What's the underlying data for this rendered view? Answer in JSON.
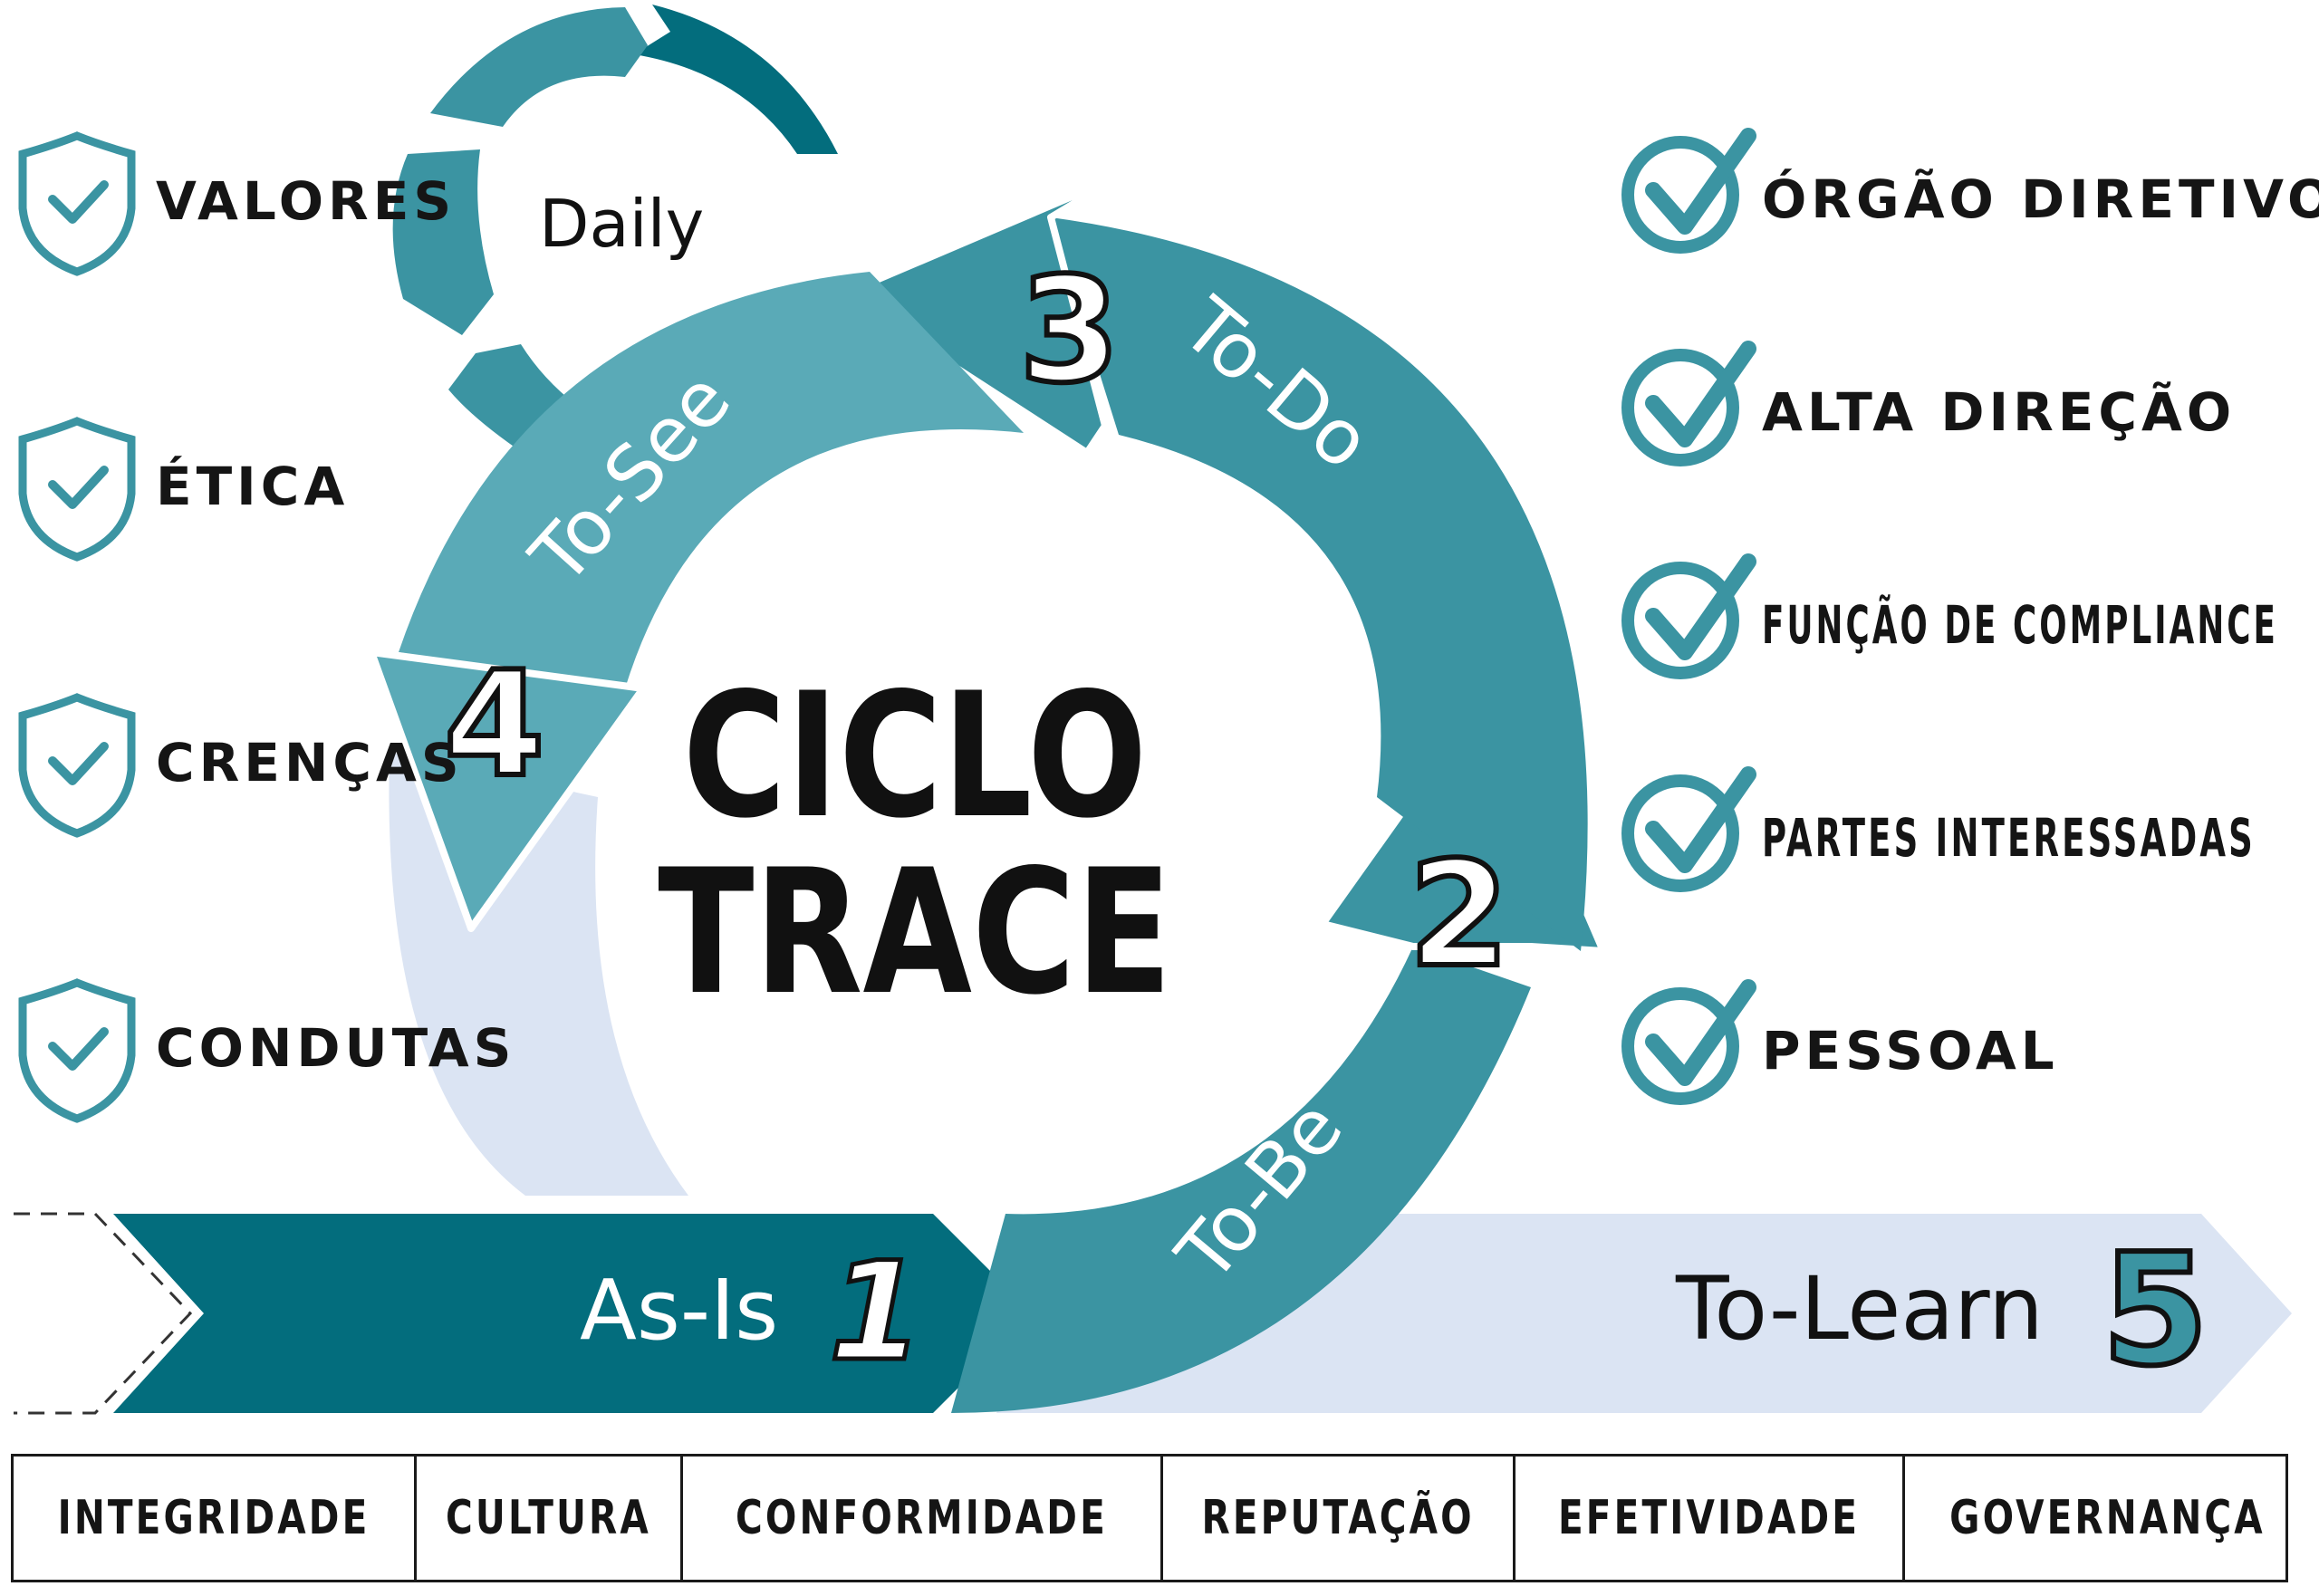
{
  "center": {
    "line1": "CICLO",
    "line2": "TRACE"
  },
  "daily": {
    "label": "Daily"
  },
  "stages": {
    "as_is": {
      "label": "As-Is",
      "number": "1"
    },
    "to_be": {
      "label": "To-Be",
      "number": "2"
    },
    "to_do": {
      "label": "To-Do",
      "number": "3"
    },
    "to_see": {
      "label": "To-See",
      "number": "4"
    },
    "to_learn": {
      "label": "To-Learn",
      "number": "5"
    }
  },
  "left_items": [
    {
      "label": "VALORES",
      "icon": "shield-check-icon"
    },
    {
      "label": "ÉTICA",
      "icon": "shield-check-icon"
    },
    {
      "label": "CRENÇAS",
      "icon": "shield-check-icon"
    },
    {
      "label": "CONDUTAS",
      "icon": "shield-check-icon"
    }
  ],
  "right_items": [
    {
      "label": "ÓRGÃO DIRETIVO",
      "icon": "circle-check-icon"
    },
    {
      "label": "ALTA DIREÇÃO",
      "icon": "circle-check-icon"
    },
    {
      "label": "FUNÇÃO DE COMPLIANCE",
      "icon": "circle-check-icon"
    },
    {
      "label": "PARTES INTERESSADAS",
      "icon": "circle-check-icon"
    },
    {
      "label": "PESSOAL",
      "icon": "circle-check-icon"
    }
  ],
  "bottom_row": [
    {
      "label": "INTEGRIDADE"
    },
    {
      "label": "CULTURA"
    },
    {
      "label": "CONFORMIDADE"
    },
    {
      "label": "REPUTAÇÃO"
    },
    {
      "label": "EFETIVIDADE"
    },
    {
      "label": "GOVERNANÇA"
    }
  ],
  "colors": {
    "dark_teal": "#036d7d",
    "mid_teal": "#3b94a2",
    "light_teal": "#5aaab7",
    "pale_blue": "#dbe4f3",
    "text_dark": "#111111"
  }
}
